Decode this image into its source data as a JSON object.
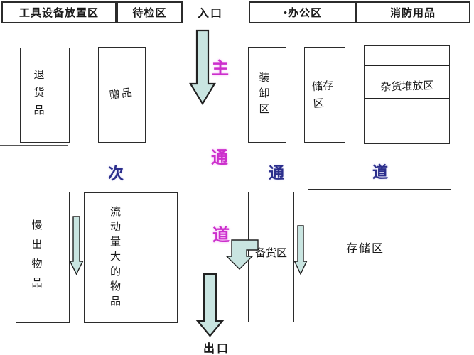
{
  "header": {
    "tools_label": "工具设备放置区",
    "inspection_label": "待检区",
    "entrance_label": "入口",
    "office_label": "•办公区",
    "fire_label": "消防用品"
  },
  "zones": {
    "returns_label": "退货品",
    "gifts_label": "赠品",
    "loading_label": "装卸区",
    "small_storage_label": "储存区",
    "misc_storage_label": "杂货堆放区",
    "slow_items_label": "慢出物品",
    "high_flow_label": "流动量大的物品",
    "stock_prep_label": "备货区",
    "main_storage_label": "存储区"
  },
  "aisles": {
    "main": [
      "主",
      "通",
      "道"
    ],
    "secondary": [
      "次",
      "通",
      "道"
    ],
    "exit_label": "出口"
  },
  "icons": {
    "flow_arrows": [
      "down-arrow-icon",
      "down-arrow-icon",
      "elbow-down-arrow-icon",
      "down-arrow-icon",
      "down-arrow-icon"
    ]
  },
  "colors": {
    "arrow_fill": "#c9e5e1",
    "arrow_stroke": "#222222",
    "main_aisle_text": "#cc2fcc",
    "secondary_aisle_text": "#2b2e8c",
    "box_border": "#2b2b2b"
  }
}
